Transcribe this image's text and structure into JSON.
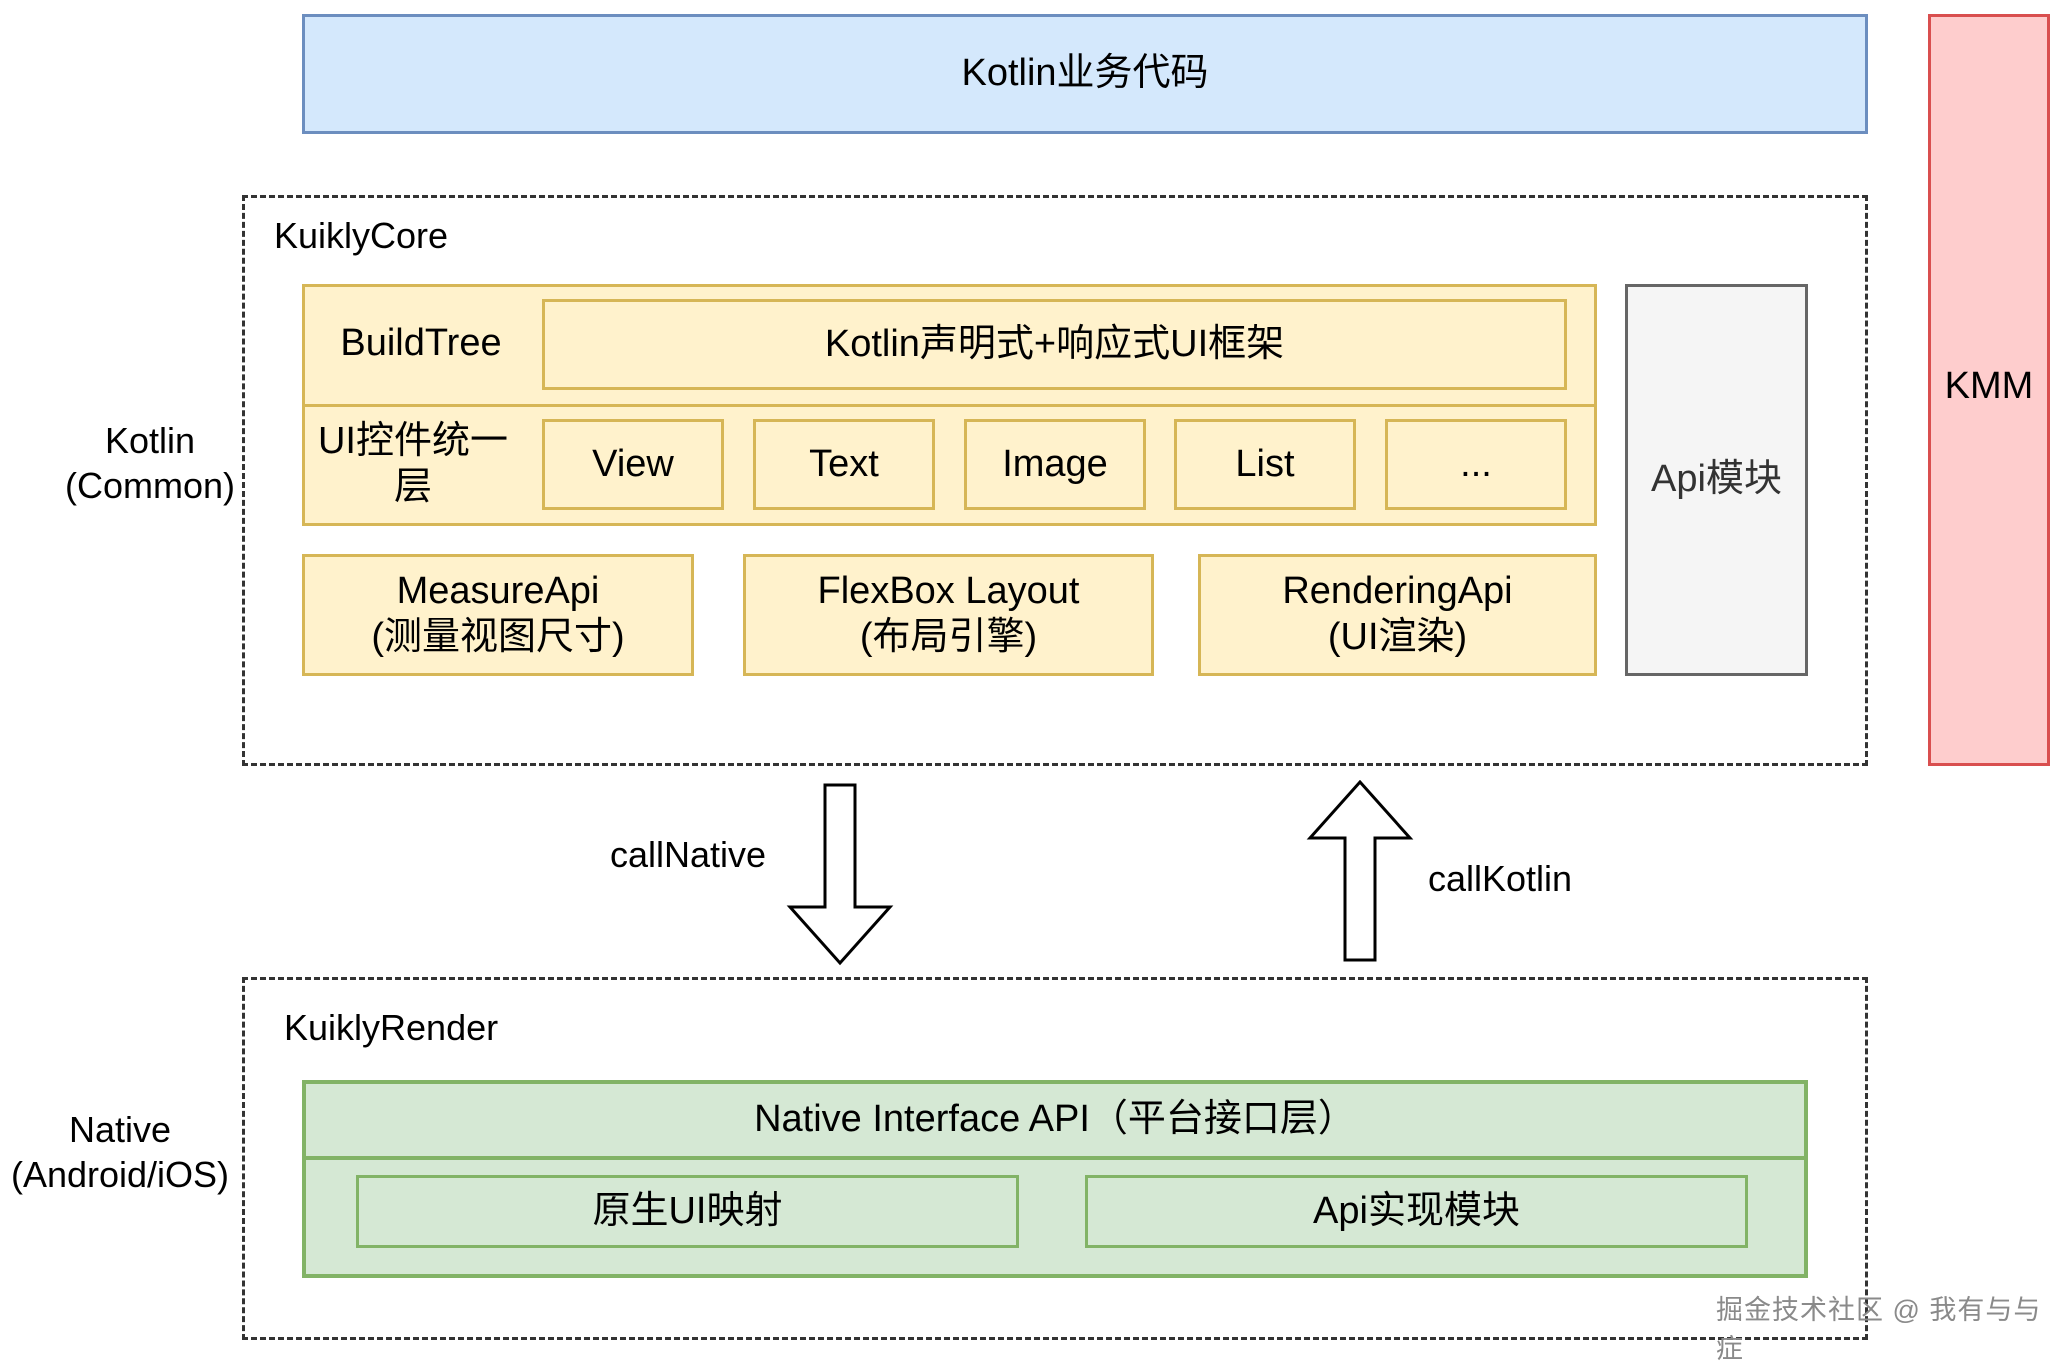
{
  "top": {
    "business_code": "Kotlin业务代码"
  },
  "kmm": {
    "label": "KMM"
  },
  "side": {
    "kotlin_line1": "Kotlin",
    "kotlin_line2": "(Common)",
    "native_line1": "Native",
    "native_line2": "(Android/iOS)"
  },
  "core": {
    "title": "KuiklyCore",
    "build_tree": "BuildTree",
    "framework": "Kotlin声明式+响应式UI框架",
    "ui_layer": "UI控件统一层",
    "widgets": [
      "View",
      "Text",
      "Image",
      "List",
      "..."
    ],
    "measure_api": "MeasureApi",
    "measure_api_sub": "(测量视图尺寸)",
    "flexbox": "FlexBox Layout",
    "flexbox_sub": "(布局引擎)",
    "rendering_api": "RenderingApi",
    "rendering_api_sub": "(UI渲染)",
    "api_module": "Api模块"
  },
  "arrows": {
    "call_native": "callNative",
    "call_kotlin": "callKotlin"
  },
  "render": {
    "title": "KuiklyRender",
    "native_interface": "Native Interface API（平台接口层）",
    "native_ui_mapping": "原生UI映射",
    "api_impl": "Api实现模块"
  },
  "watermark": "掘金技术社区 @ 我有与与症"
}
